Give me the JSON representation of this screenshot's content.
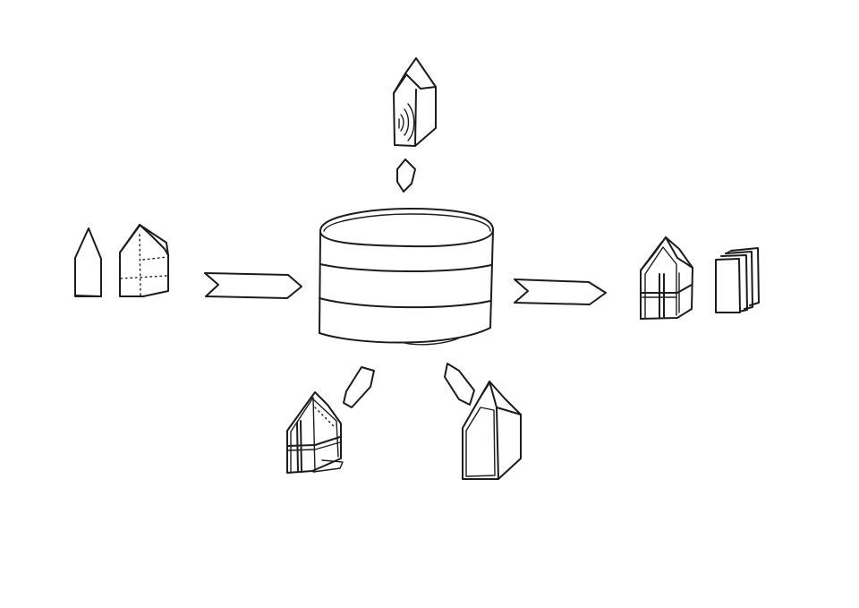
{
  "colors": {
    "background": "#ffffff",
    "ink": "#1c1c1c"
  },
  "diagram": {
    "nodes": [
      {
        "id": "central-database",
        "icon": "database-cylinder-icon"
      },
      {
        "id": "source-buildings-left",
        "icon": "building-outline-icons"
      },
      {
        "id": "iot-sensor-building-top",
        "icon": "wireless-building-icon"
      },
      {
        "id": "output-building-right",
        "icon": "framed-building-icon"
      },
      {
        "id": "output-documents-right",
        "icon": "document-stack-icon"
      },
      {
        "id": "building-bottom-left",
        "icon": "framed-building-icon"
      },
      {
        "id": "building-bottom-right",
        "icon": "building-outline-icon"
      }
    ],
    "edges": [
      {
        "from": "source-buildings-left",
        "to": "central-database",
        "style": "one-way-arrow"
      },
      {
        "from": "central-database",
        "to": "output-building-right",
        "style": "one-way-arrow"
      },
      {
        "from": "iot-sensor-building-top",
        "to": "central-database",
        "style": "two-way-diamond"
      },
      {
        "from": "central-database",
        "to": "building-bottom-left",
        "style": "two-way-diamond"
      },
      {
        "from": "central-database",
        "to": "building-bottom-right",
        "style": "two-way-diamond"
      }
    ]
  }
}
